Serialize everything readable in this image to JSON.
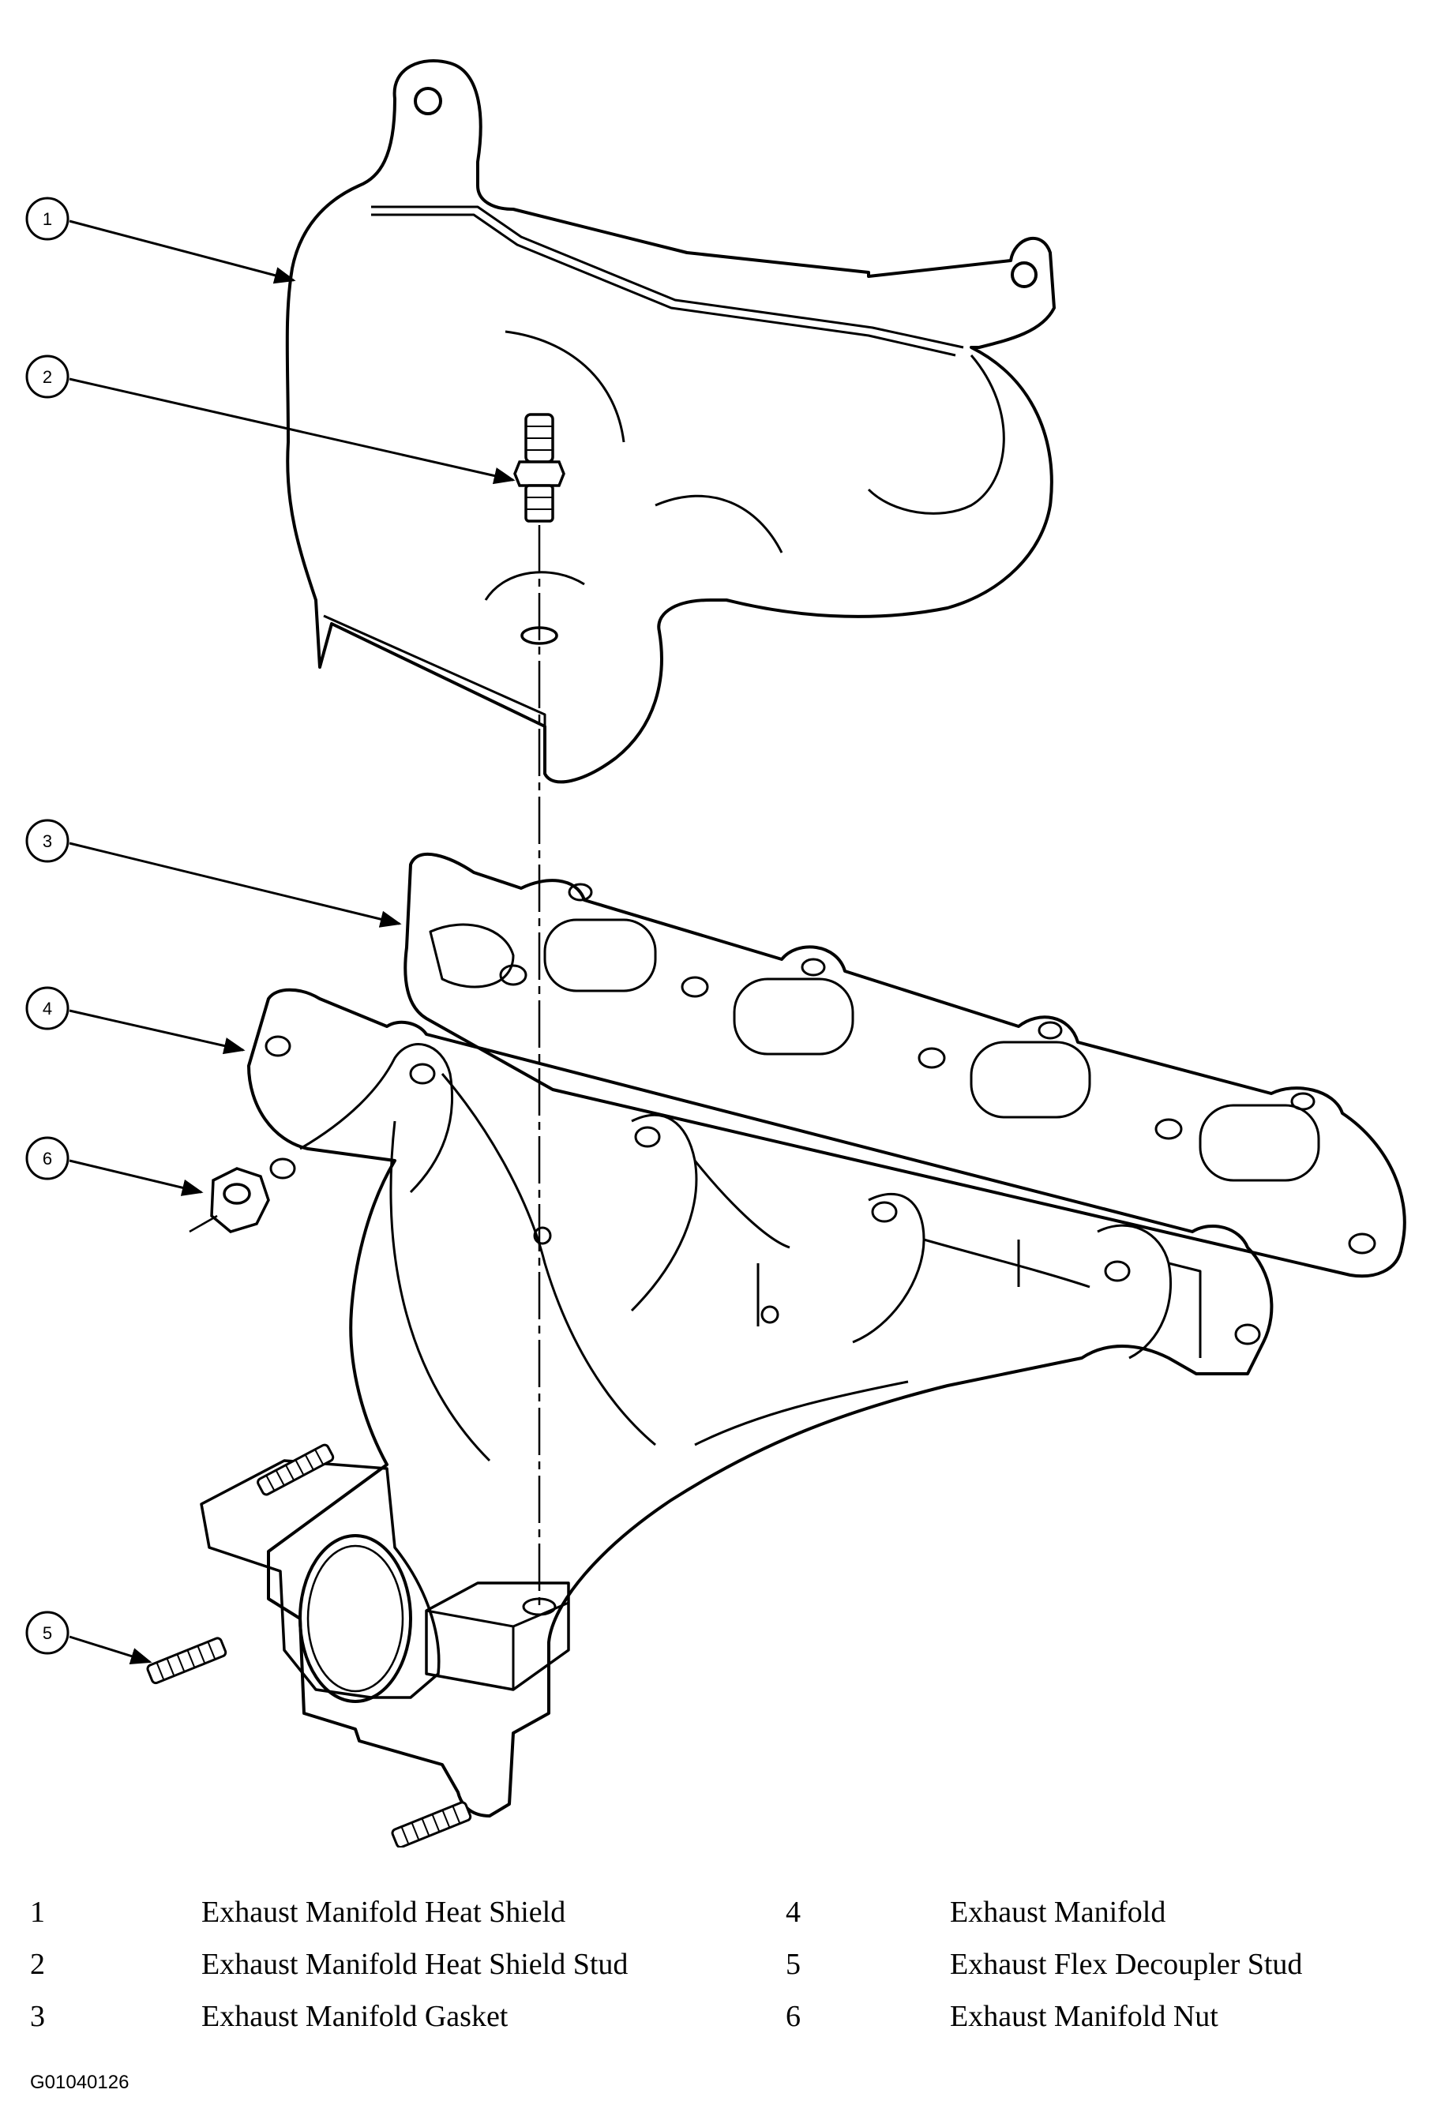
{
  "callouts": [
    {
      "number": "1"
    },
    {
      "number": "2"
    },
    {
      "number": "3"
    },
    {
      "number": "4"
    },
    {
      "number": "5"
    },
    {
      "number": "6"
    }
  ],
  "legend": [
    {
      "number": "1",
      "name": "Exhaust Manifold Heat Shield"
    },
    {
      "number": "2",
      "name": "Exhaust Manifold Heat Shield Stud"
    },
    {
      "number": "3",
      "name": "Exhaust Manifold Gasket"
    },
    {
      "number": "4",
      "name": "Exhaust Manifold"
    },
    {
      "number": "5",
      "name": "Exhaust Flex Decoupler Stud"
    },
    {
      "number": "6",
      "name": "Exhaust Manifold Nut"
    }
  ],
  "figure_id": "G01040126"
}
